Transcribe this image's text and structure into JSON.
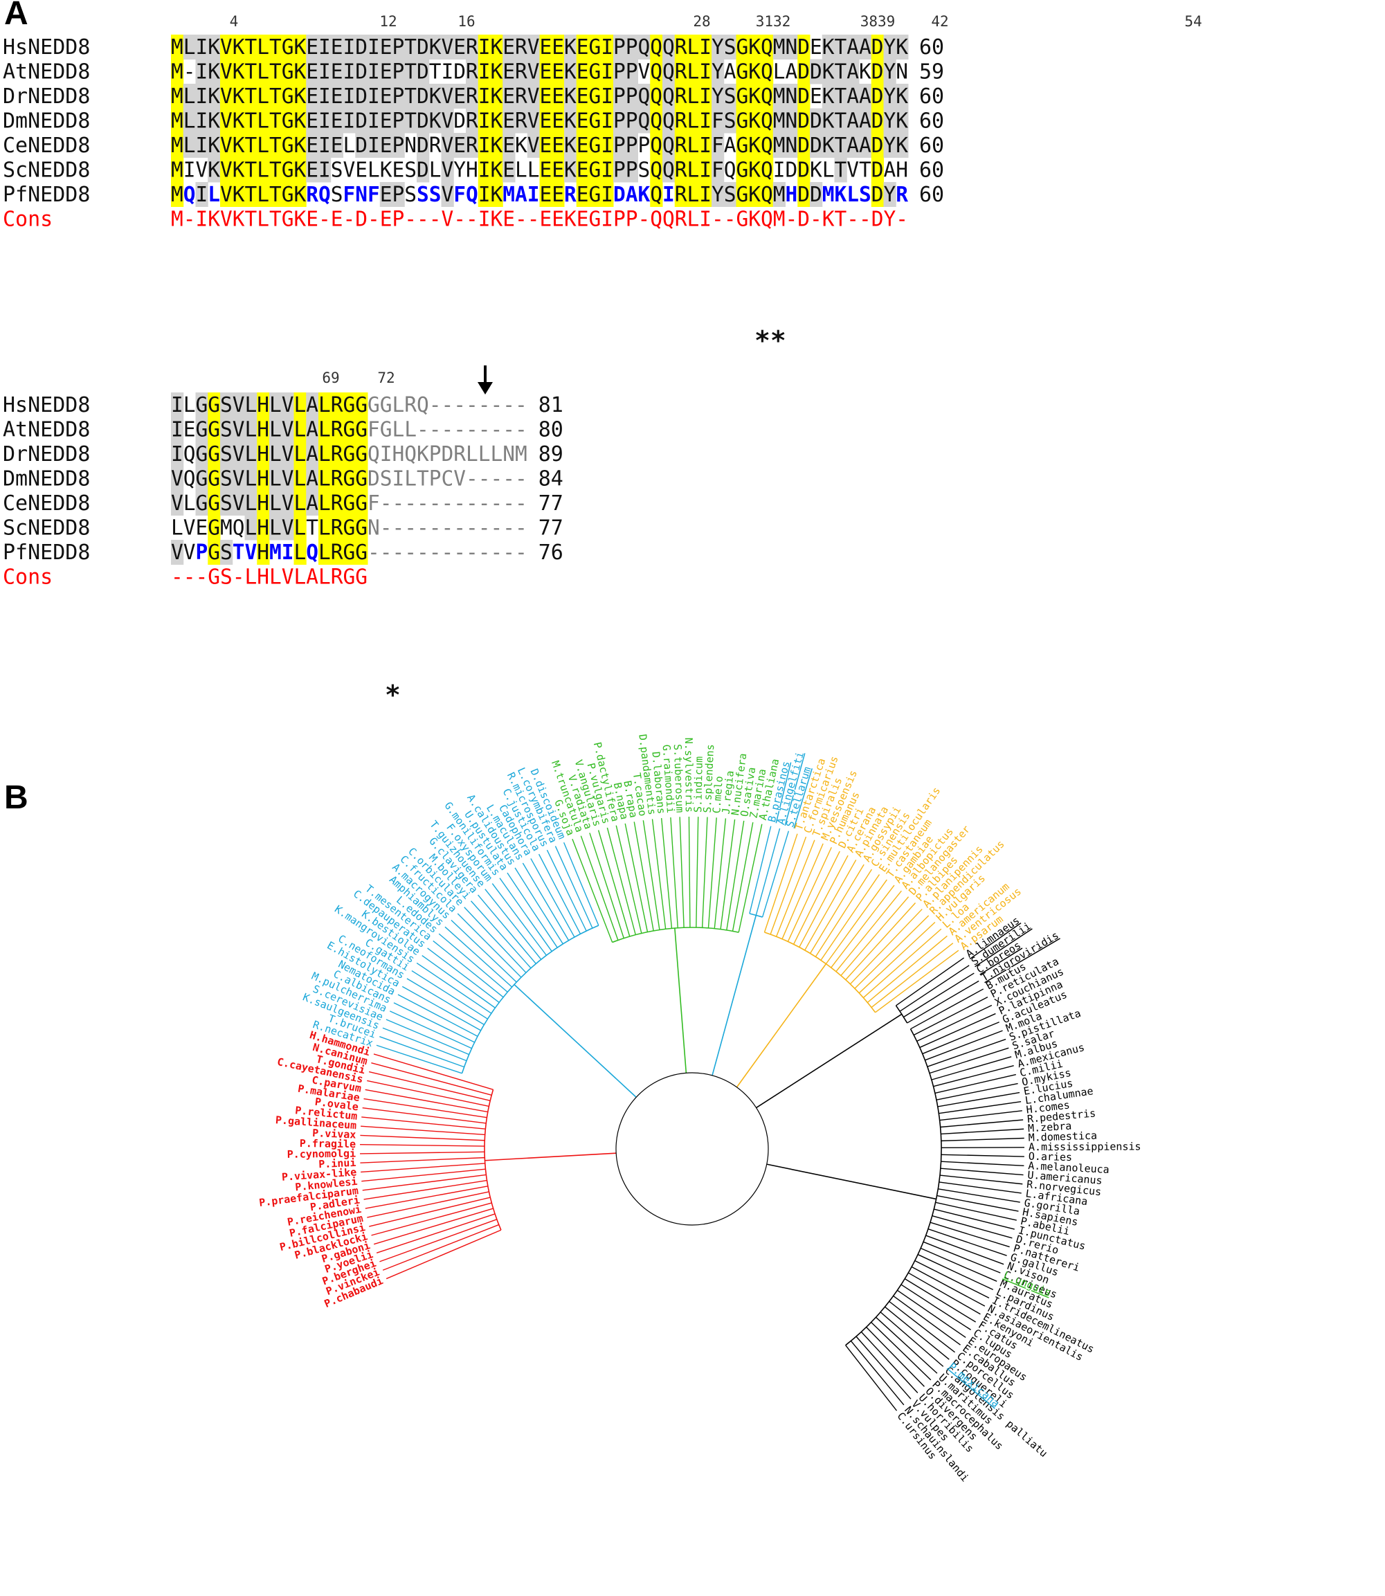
{
  "panel_a": {
    "label": "A",
    "mark_numbers": [
      "4",
      "12",
      "16",
      "28",
      "3132",
      "3839",
      "42",
      "54",
      "69",
      "72"
    ],
    "blocks": [
      {
        "rows": [
          {
            "name": "HsNEDD8",
            "seq": "MLIKVKTLTGKEIEIDIEPTDKVERIKERVEEKEGIPPQQQRLIYSGKQMNDEKTAADYK",
            "count": "60"
          },
          {
            "name": "AtNEDD8",
            "seq": "M-IKVKTLTGKEIEIDIEPTDTIDRIKERVEEKEGIPPVQQRLIYAGKQLADDKTAKDYN",
            "count": "59"
          },
          {
            "name": "DrNEDD8",
            "seq": "MLIKVKTLTGKEIEIDIEPTDKVERIKERVEEKEGIPPQQQRLIYSGKQMNDEKTAADYK",
            "count": "60"
          },
          {
            "name": "DmNEDD8",
            "seq": "MLIKVKTLTGKEIEIDIEPTDKVDRIKERVEEKEGIPPQQQRLIFSGKQMNDDKTAADYK",
            "count": "60"
          },
          {
            "name": "CeNEDD8",
            "seq": "MLIKVKTLTGKEIELDIEPNDRVERIKEKVEEKEGIPPPQQRLIFAGKQMNDDKTAADYK",
            "count": "60"
          },
          {
            "name": "ScNEDD8",
            "seq": "MIVKVKTLTGKEISVELKESDLVYHIKELLEEKEGIPPSQQRLIFQGKQIDDKLTVTDAH",
            "count": "60"
          },
          {
            "name": "PfNEDD8",
            "seq": "MQILVKTLTGKRQSFNFEPSSSVFQIKMAIEEREGIDAKQIRLIYSGKQMHDDMKLSDYR",
            "count": "60"
          }
        ],
        "cons_label": "Cons",
        "cons": "M-IKVKTLTGKE-E-D-EP---V--IKE--EEKEGIPP-QQRLI--GKQM-D-KT--DY-",
        "stars": "**"
      },
      {
        "rows": [
          {
            "name": "HsNEDD8",
            "seq": "ILGGSVLHLVLALRGG",
            "tail": "GGLRQ--------",
            "count": "81"
          },
          {
            "name": "AtNEDD8",
            "seq": "IEGGSVLHLVLALRGG",
            "tail": "FGLL---------",
            "count": "80"
          },
          {
            "name": "DrNEDD8",
            "seq": "IQGGSVLHLVLALRGG",
            "tail": "QIHQKPDRLLLNM",
            "count": "89"
          },
          {
            "name": "DmNEDD8",
            "seq": "VQGGSVLHLVLALRGG",
            "tail": "DSILTPCV-----",
            "count": "84"
          },
          {
            "name": "CeNEDD8",
            "seq": "VLGGSVLHLVLALRGG",
            "tail": "F------------",
            "count": "77"
          },
          {
            "name": "ScNEDD8",
            "seq": "LVEGMQLHLVLTLRGG",
            "tail": "N------------",
            "count": "77"
          },
          {
            "name": "PfNEDD8",
            "seq": "VVPGSTVHMILQLRGG",
            "tail": "-------------",
            "count": "76"
          }
        ],
        "cons_label": "Cons",
        "cons": "---GS-LHLVLALRGG",
        "stars": "*"
      }
    ],
    "colors": {
      "identical": "#ffff00",
      "similar": "#d3d3d3",
      "consensus": "#ff0000",
      "pf_diff": "#0000ff",
      "tail": "#808080"
    }
  },
  "panel_b": {
    "label": "B",
    "colors": {
      "apicomplexa": "#ee1111",
      "other_protists": "#1aa7d9",
      "plants": "#33bb22",
      "invertebrates": "#f5b317",
      "vertebrates": "#000000"
    },
    "groups": [
      {
        "color_key": "apicomplexa",
        "taxa": [
          "P.chabaudi",
          "P.vinckei",
          "P.berghei",
          "P.yoelii",
          "P.gaboni",
          "P.blacklocki",
          "P.billcollinsi",
          "P.falciparum",
          "P.reichenowi",
          "P.adleri",
          "P.praefalciparum",
          "P.knowlesi",
          "P.vivax-like",
          "P.inui",
          "P.cynomolgi",
          "P.fragile",
          "P.vivax",
          "P.gallinaceum",
          "P.relictum",
          "P.ovale",
          "P.malariae",
          "C.parvum",
          "C.cayetanensis",
          "T.gondii",
          "N.caninum",
          "H.hammondi"
        ]
      },
      {
        "color_key": "other_protists",
        "taxa": [
          "R.necatrix",
          "T.brucei",
          "K.saulgeensis",
          "S.cerevisiae",
          "M.pulcherrima",
          "C.albicans",
          "Nematocida",
          "E.histolytica",
          "C.neoformans",
          "C.gattii",
          "K.mangroviensis",
          "K.bestiolae",
          "C.depauperatus",
          "T.mesenterica",
          "L.edodes",
          "Amphiamblys",
          "A.macrogynus",
          "C.fructicola",
          "C.orbiculare",
          "M.bolleyi",
          "G.clavigera",
          "T.guizhouense",
          "F.oxysporum",
          "G.moniliformis",
          "U.pustulata",
          "A.calidoustus",
          "L.maculans",
          "Cadophora",
          "C.justicola",
          "R.microsporus",
          "L.corymbifera",
          "D.discoideum"
        ]
      },
      {
        "color_key": "plants",
        "taxa": [
          "G.soja",
          "M.truncatula",
          "V.radiata",
          "V.angularis",
          "P.vulgaris",
          "P.dactylifera",
          "B.napa",
          "B.rapa",
          "T.cacao",
          "D.pandamentis",
          "D.laborans",
          "G.raimondii",
          "S.tuberosum",
          "N.sylvestris",
          "S.indicum",
          "S.splendens",
          "C.melo",
          "J.regia",
          "N.nucifera",
          "O.sativa",
          "Z.marina",
          "A.thaliana"
        ]
      },
      {
        "color_key": "other_protists",
        "underline": true,
        "taxa": [
          "B.prasinos",
          "A.lingelfiti",
          "S.tellarum"
        ]
      },
      {
        "color_key": "invertebrates",
        "taxa": [
          "T.antarctica",
          "C.formicarius",
          "T.spiralis",
          "M.yessoensis",
          "P.humanus",
          "D.citri",
          "A.cerana",
          "A.pinnata",
          "A.gossypii",
          "C.sinensis",
          "E.multilocularis",
          "T.castaneum",
          "A.gambiae",
          "A.albopictus",
          "D.melanogaster",
          "P.albipes",
          "A.planipennis",
          "R.appendiculatus",
          "H.vulgaris",
          "L.loa",
          "A.americanum",
          "A.ventricosus",
          "A.psarum"
        ]
      },
      {
        "color_key": "vertebrates",
        "underline": true,
        "taxa": [
          "A.limnaeus",
          "S.dumerilii",
          "C.boreos",
          "T.nigroviridis"
        ]
      },
      {
        "color_key": "vertebrates",
        "taxa": [
          "B.mutus",
          "P.reticulata",
          "X.couchianus",
          "P.latipinna",
          "G.aculeatus",
          "M.mola",
          "S.pistillata",
          "S.salar",
          "M.albus",
          "A.mexicanus",
          "C.milii",
          "O.mykiss",
          "E.lucius",
          "L.chalumnae",
          "H.comes",
          "R.pedestris",
          "M.zebra",
          "M.domestica",
          "A.mississippiensis",
          "O.aries",
          "A.melanoleuca",
          "U.americanus",
          "R.norvegicus",
          "L.africana",
          "G.gorilla",
          "H.sapiens",
          "P.abelii",
          "I.punctatus",
          "D.rerio",
          "P.nattereri",
          "G.gallus",
          "N.vison",
          "C.griseus",
          "M.auratus",
          "L.pardinus",
          "I.tridecemlineatus",
          "N.asiaeorientalis",
          "E.kenyoni",
          "F.catus",
          "C.lupus",
          "E.europaeus",
          "E.caballus",
          "C.porcellus",
          "P.coquereli",
          "C.angolensis palliatu",
          "U.maritimus",
          "P.macrocephalus",
          "O.divergens",
          "U.horribilis",
          "V.vulpes",
          "N.schauinslandi",
          "C.ursinus"
        ]
      }
    ],
    "special_labels": [
      {
        "text": "L.unguis",
        "color_key": "plants",
        "underline": true
      },
      {
        "text": "P.mexicana",
        "color_key": "other_protists",
        "underline": true
      }
    ]
  }
}
